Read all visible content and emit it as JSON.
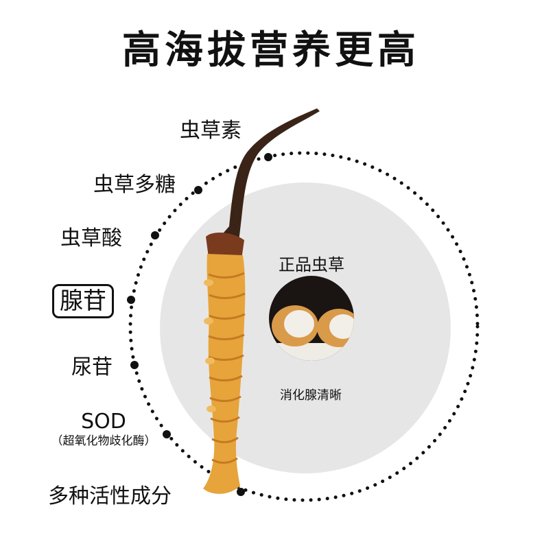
{
  "title": "高海拔营养更高",
  "components": [
    {
      "label": "虫草素"
    },
    {
      "label": "虫草多糖"
    },
    {
      "label": "虫草酸"
    },
    {
      "label": "腺苷"
    },
    {
      "label": "尿苷"
    },
    {
      "label": "SOD",
      "sub": "（超氧化物歧化酶）"
    },
    {
      "label": "多种活性成分"
    }
  ],
  "center": {
    "heading": "正品虫草",
    "caption": "消化腺清晰"
  },
  "colors": {
    "circle_fill": "#e7e6e6",
    "dots": "#111111",
    "body": "#e6a43b",
    "head": "#3a2418"
  }
}
